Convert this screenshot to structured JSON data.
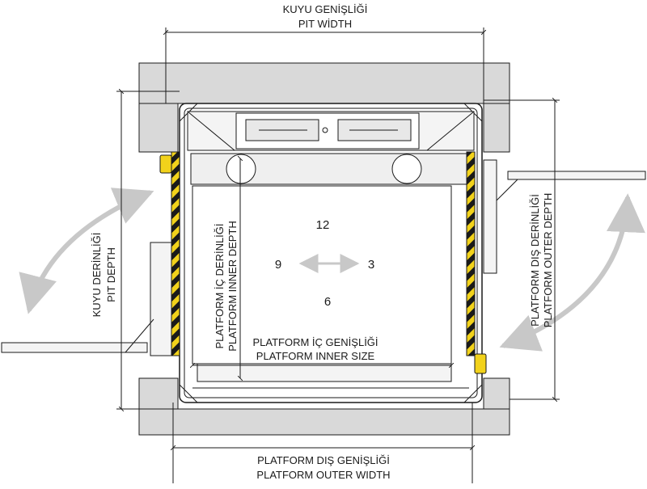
{
  "labels": {
    "pit_width_tr": "KUYU GENİŞLİĞİ",
    "pit_width_en": "PIT WİDTH",
    "pit_depth_tr": "KUYU DERİNLİĞİ",
    "pit_depth_en": "PIT DEPTH",
    "platform_inner_depth_tr": "PLATFORM İÇ DERİNLİĞİ",
    "platform_inner_depth_en": "PLATFORM  INNER DEPTH",
    "platform_inner_width_tr": "PLATFORM İÇ GENİŞLİĞİ",
    "platform_inner_width_en": "PLATFORM INNER SIZE",
    "platform_outer_depth_tr": "PLATFORM DIŞ DERİNLİĞİ",
    "platform_outer_depth_en": "PLATFORM OUTER DEPTH",
    "platform_outer_width_tr": "PLATFORM DIŞ GENİŞLİĞİ",
    "platform_outer_width_en": "PLATFORM OUTER WIDTH"
  },
  "clock_positions": {
    "top": "12",
    "left": "9",
    "right": "3",
    "bottom": "6"
  },
  "colors": {
    "wall_fill": "#d9d9d9",
    "rail_yellow": "#f2d21b",
    "rail_black": "#1a1a1a",
    "arrow_gray": "#c8c8c8",
    "line": "#1a1a1a"
  }
}
